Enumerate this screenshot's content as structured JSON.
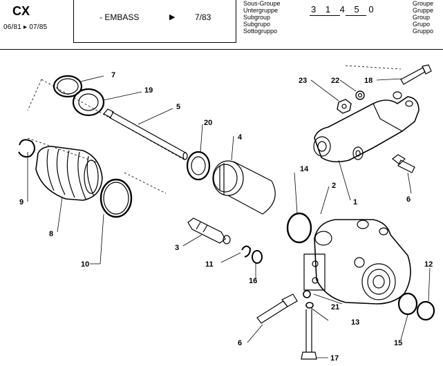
{
  "header": {
    "model": "CX",
    "date_range": "06/81 ▸ 07/85",
    "title": "- EMBASS",
    "page": "7/83",
    "group_number": "3 1 4 5 0",
    "subgroup_labels": [
      "Sous-Groupe",
      "Untergruppe",
      "Subgroup",
      "Subgrupo",
      "Sottogruppo"
    ],
    "group_labels": [
      "Groupe",
      "Gruppe",
      "Group",
      "Grupo",
      "Gruppo"
    ]
  },
  "callouts": [
    {
      "id": "c7",
      "text": "7"
    },
    {
      "id": "c19",
      "text": "19"
    },
    {
      "id": "c5",
      "text": "5"
    },
    {
      "id": "c20",
      "text": "20"
    },
    {
      "id": "c4",
      "text": "4"
    },
    {
      "id": "c23",
      "text": "23"
    },
    {
      "id": "c22",
      "text": "22"
    },
    {
      "id": "c18",
      "text": "18"
    },
    {
      "id": "c9",
      "text": "9"
    },
    {
      "id": "c8",
      "text": "8"
    },
    {
      "id": "c10",
      "text": "10"
    },
    {
      "id": "c14",
      "text": "14"
    },
    {
      "id": "c2",
      "text": "2"
    },
    {
      "id": "c1",
      "text": "1"
    },
    {
      "id": "c6a",
      "text": "6"
    },
    {
      "id": "c3",
      "text": "3"
    },
    {
      "id": "c11",
      "text": "11"
    },
    {
      "id": "c16",
      "text": "16"
    },
    {
      "id": "c12",
      "text": "12"
    },
    {
      "id": "c21",
      "text": "21"
    },
    {
      "id": "c13",
      "text": "13"
    },
    {
      "id": "c6b",
      "text": "6"
    },
    {
      "id": "c15",
      "text": "15"
    },
    {
      "id": "c17",
      "text": "17"
    }
  ]
}
